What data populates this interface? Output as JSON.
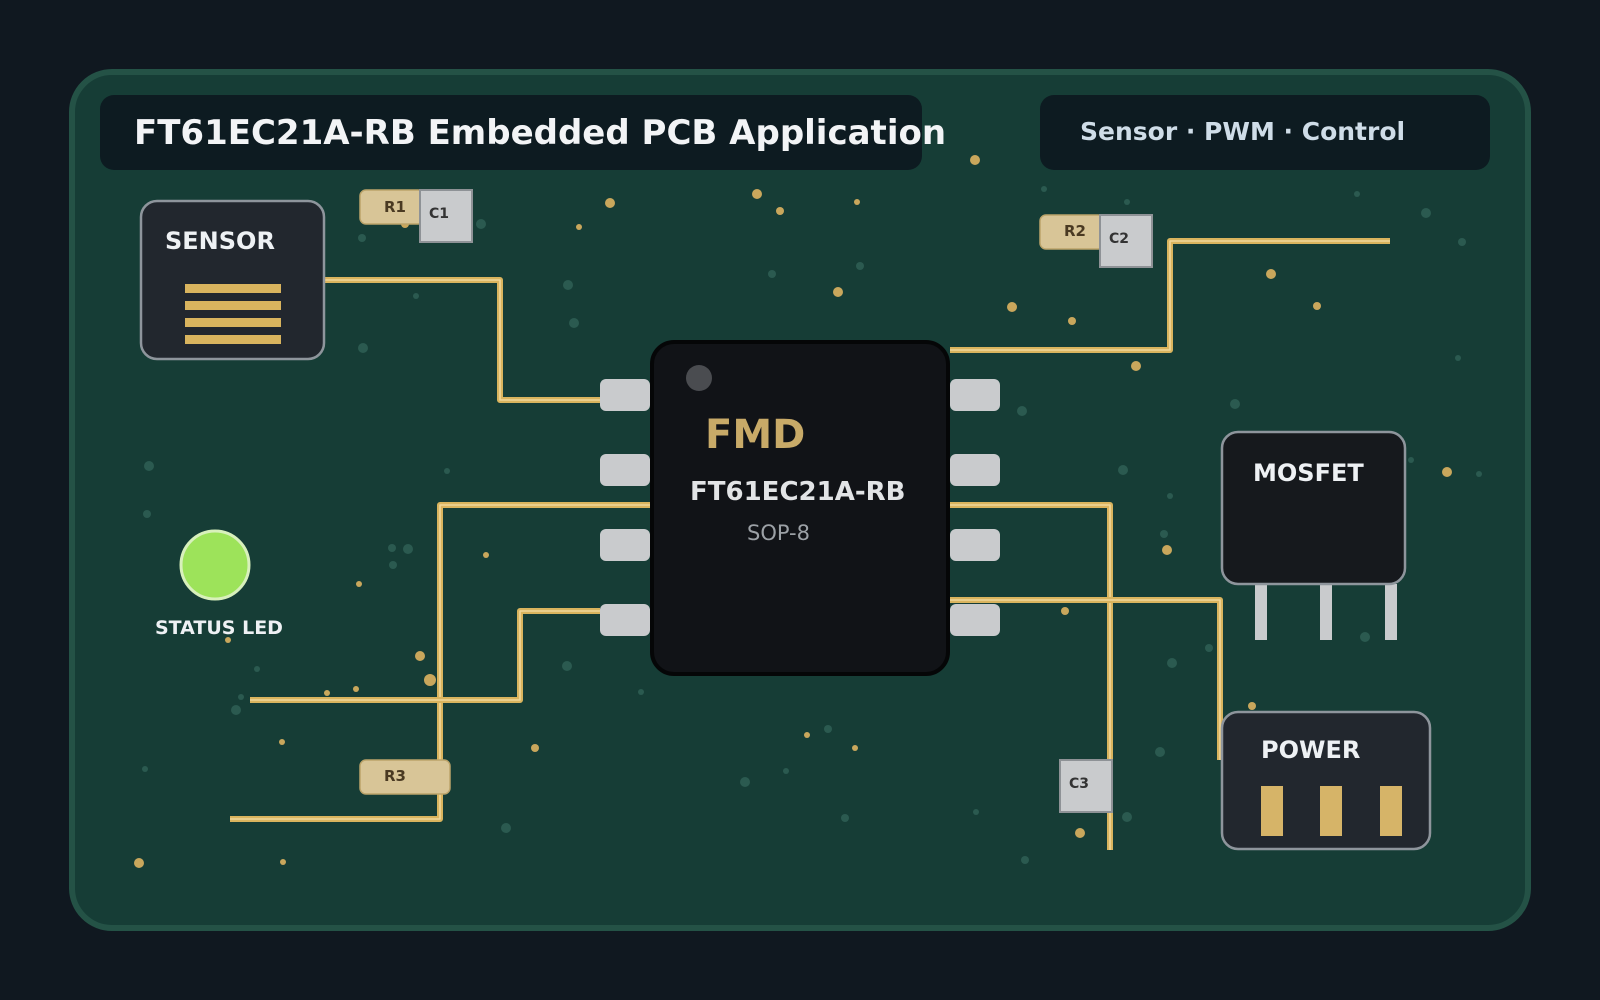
{
  "title": "FT61EC21A-RB Embedded PCB Application",
  "subtitle": "Sensor · PWM · Control",
  "chip": {
    "brand": "FMD",
    "part": "FT61EC21A-RB",
    "package": "SOP-8"
  },
  "sensor": {
    "label": "SENSOR"
  },
  "led": {
    "label": "STATUS LED",
    "color": "#9de35a"
  },
  "mosfet": {
    "label": "MOSFET"
  },
  "power": {
    "label": "POWER"
  },
  "resistors": {
    "r1": "R1",
    "r2": "R2",
    "r3": "R3"
  },
  "capacitors": {
    "c1": "C1",
    "c2": "C2",
    "c3": "C3"
  },
  "colors": {
    "board": "#163d36",
    "board_border": "#245246",
    "copper": "#d9b45e",
    "chip_body": "#111317",
    "pad": "#c9cbcd",
    "panel": "#0d1b21"
  }
}
